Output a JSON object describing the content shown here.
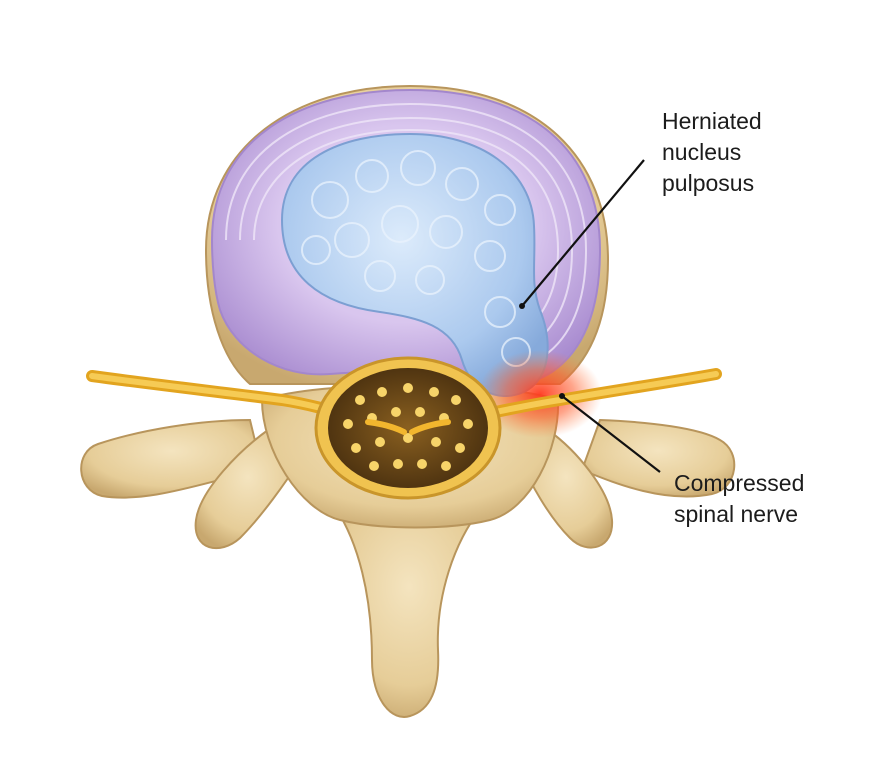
{
  "labels": {
    "herniated_nucleus": [
      "Herniated",
      "nucleus",
      "pulposus"
    ],
    "compressed_nerve": [
      "Compressed",
      "spinal nerve"
    ]
  },
  "colors": {
    "background": "#ffffff",
    "bone": "#e9d3a3",
    "bone_shadow": "#c9ab74",
    "annulus": "#c9aee4",
    "annulus_ring": "#e6d8f4",
    "nucleus": "#a9c8ee",
    "nucleus_highlight": "#dcebfb",
    "nerve": "#f2b62e",
    "inflammation": "#f03a22",
    "spinal_canal": "#5b3f17",
    "leader_line": "#111111"
  }
}
